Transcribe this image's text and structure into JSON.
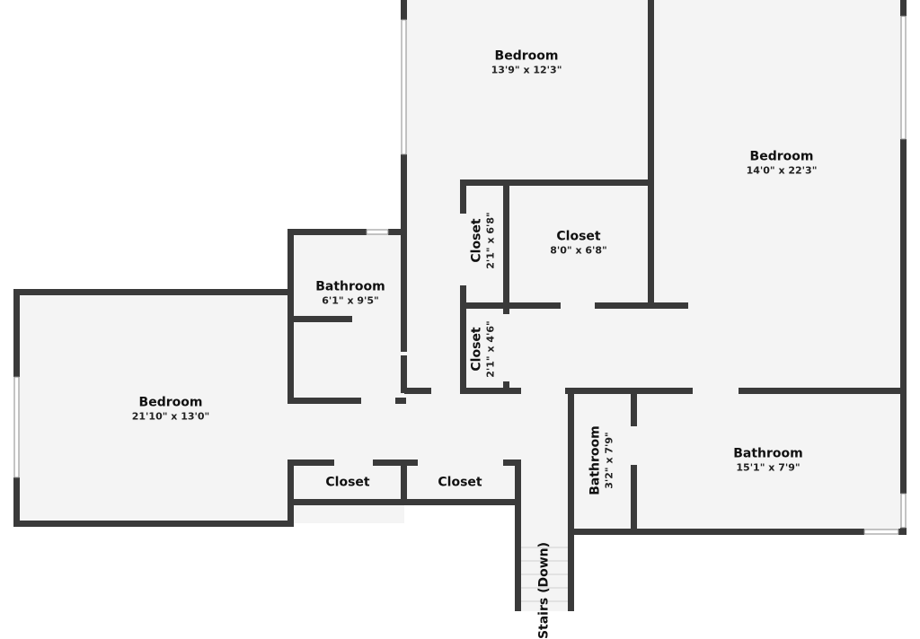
{
  "floor_plan": {
    "colors": {
      "wall": "#3a3a3a",
      "floor": "#f4f4f4",
      "background": "#ffffff",
      "opening": "#ffffff"
    },
    "rooms": [
      {
        "id": "bedroom-top",
        "name": "Bedroom",
        "dim": "13'9\" x 12'3\""
      },
      {
        "id": "bedroom-right",
        "name": "Bedroom",
        "dim": "14'0\" x 22'3\""
      },
      {
        "id": "closet-large",
        "name": "Closet",
        "dim": "8'0\" x 6'8\""
      },
      {
        "id": "closet-narrow-upper",
        "name": "Closet",
        "dim": "2'1\" x 6'8\""
      },
      {
        "id": "closet-narrow-lower",
        "name": "Closet",
        "dim": "2'1\" x 4'6\""
      },
      {
        "id": "bathroom-small",
        "name": "Bathroom",
        "dim": "6'1\" x 9'5\""
      },
      {
        "id": "bedroom-left",
        "name": "Bedroom",
        "dim": "21'10\" x 13'0\""
      },
      {
        "id": "closet-bottom-left",
        "name": "Closet",
        "dim": ""
      },
      {
        "id": "closet-bottom-right",
        "name": "Closet",
        "dim": ""
      },
      {
        "id": "bathroom-narrow",
        "name": "Bathroom",
        "dim": "3'2\" x 7'9\""
      },
      {
        "id": "bathroom-large",
        "name": "Bathroom",
        "dim": "15'1\" x 7'9\""
      },
      {
        "id": "stairs",
        "name": "Stairs (Down)",
        "dim": ""
      }
    ]
  }
}
